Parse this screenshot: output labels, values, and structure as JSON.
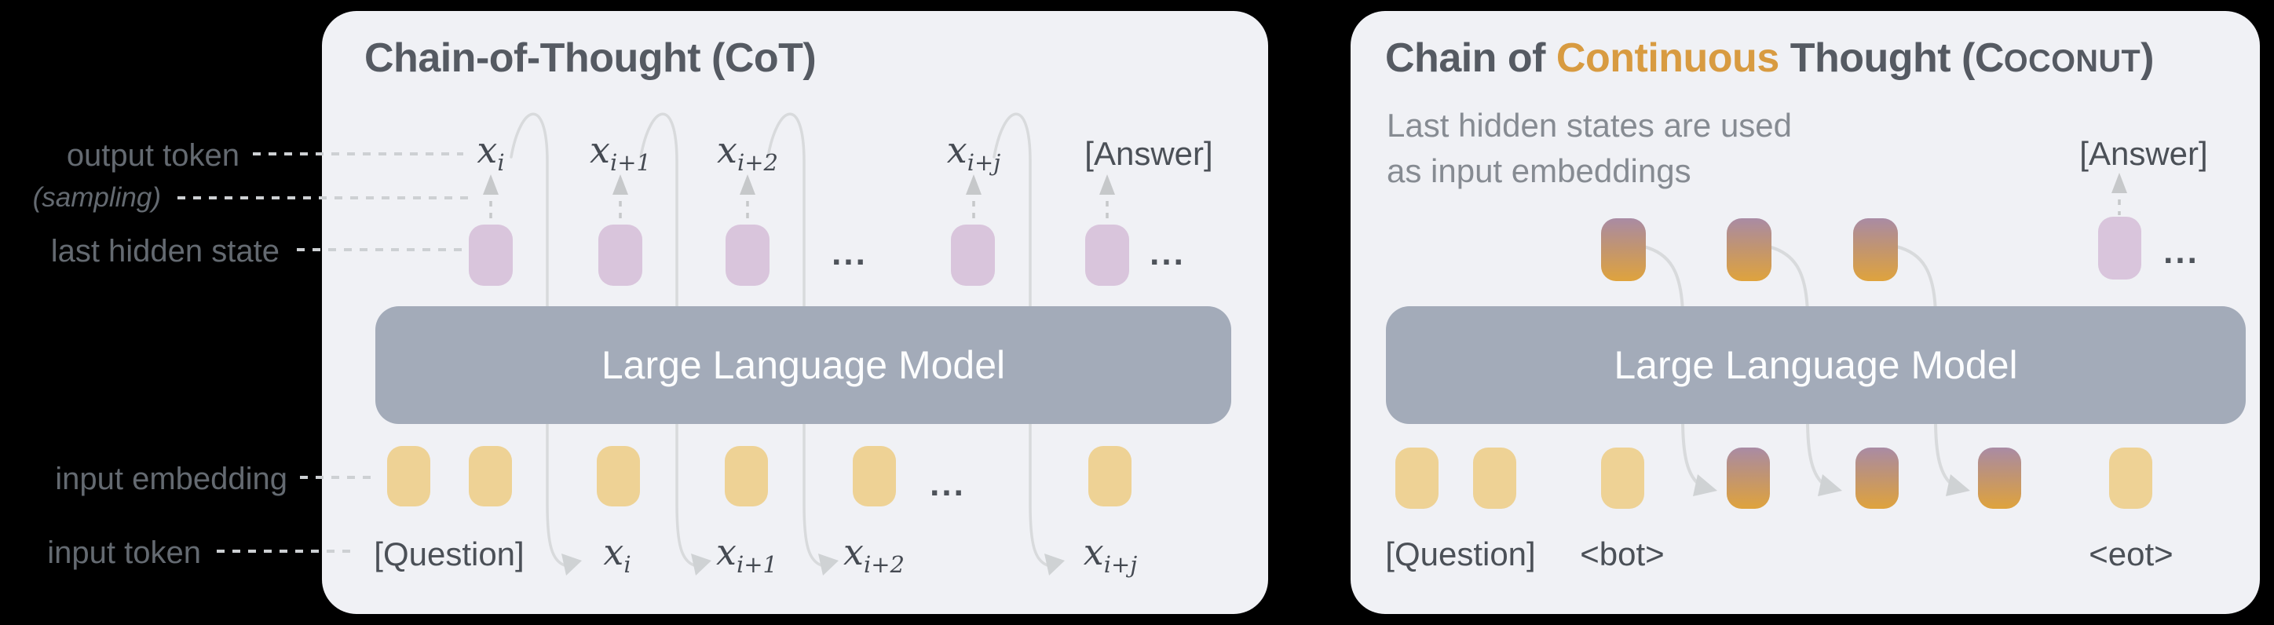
{
  "figure": {
    "left_annotations": {
      "output_token": "output token",
      "sampling": "(sampling)",
      "last_hidden_state": "last hidden state",
      "input_embedding": "input embedding",
      "input_token": "input token"
    },
    "cot": {
      "title": "Chain-of-Thought (CoT)",
      "llm_label": "Large Language Model",
      "x_base": "x",
      "sub_i": "i",
      "sub_i1": "i+1",
      "sub_i2": "i+2",
      "sub_ij": "i+j",
      "answer_label": "[Answer]",
      "question_label": "[Question]",
      "ellipsis": "..."
    },
    "coconut": {
      "title_chain_of": "Chain of ",
      "title_continuous": "Continuous",
      "title_thought": " Thought (C",
      "title_oconut": "OCONUT",
      "title_close": ")",
      "subtitle_line1": "Last hidden states are used",
      "subtitle_line2": "as input embeddings",
      "llm_label": "Large Language Model",
      "answer_label": "[Answer]",
      "question_label": "[Question]",
      "bot_label": "<bot>",
      "eot_label": "<eot>",
      "ellipsis": "..."
    },
    "colors": {
      "background": "#000000",
      "panel": "#f0f1f5",
      "title_text": "#555a62",
      "accent_orange": "#d89b41",
      "llm_box": "#a3abb9",
      "hidden_state_pink": "#d9c5dc",
      "embedding_yellow": "#eed295",
      "continuous_gradient_top": "#a98ba4",
      "continuous_gradient_bottom": "#dfa33d"
    }
  }
}
